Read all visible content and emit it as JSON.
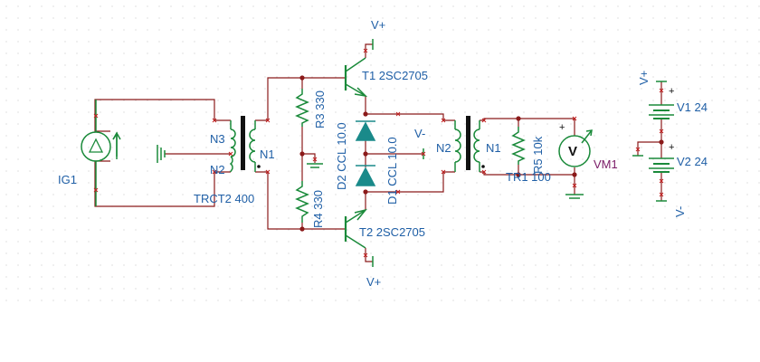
{
  "colors": {
    "wire": "#8b1a1a",
    "component": "#1a8a3a",
    "label": "#1f5fa6",
    "meter_label": "#7a1a66",
    "diode_fill": "#1a8a8a",
    "grid_dot": "#c9c9c9",
    "node_mark": "#c02020"
  },
  "components": {
    "ig1": "IG1",
    "trct2": "TRCT2 400",
    "trct2_n3": "N3",
    "trct2_n2": "N2",
    "trct2_n1": "N1",
    "r3": "R3 330",
    "r4": "R4 330",
    "t1": "T1 2SC2705",
    "t2": "T2 2SC2705",
    "d2": "D2 CCL 10.0",
    "d1": "D1 CCL 10.0",
    "v_minus_mid": "V-",
    "tr1": "TR1 100",
    "tr1_n2": "N2",
    "tr1_n1": "N1",
    "r5": "R5 10k",
    "vm1": "VM1",
    "vm_letter": "V",
    "v1": "V1 24",
    "v2": "V2 24",
    "vplus_top": "V+",
    "vplus_bottom": "V+",
    "vplus_batt": "V+",
    "vminus_batt": "V-",
    "plus_sign": "+"
  }
}
